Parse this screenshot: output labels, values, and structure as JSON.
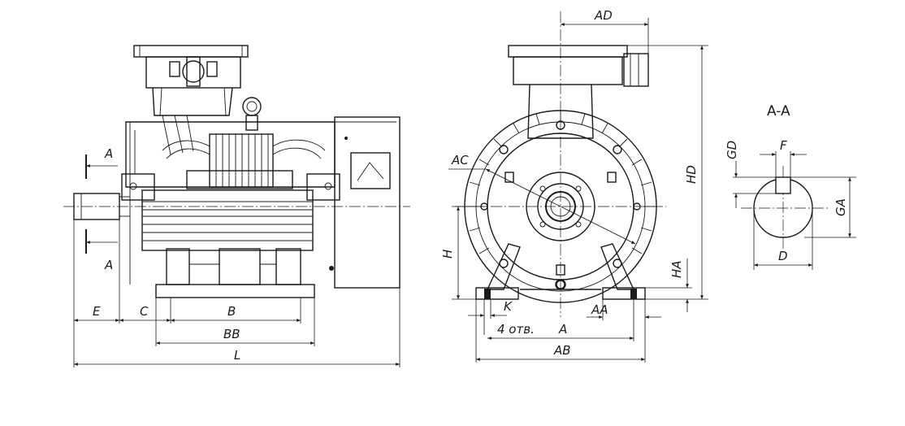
{
  "side_view": {
    "labels": {
      "section_top": "A",
      "section_bottom": "A",
      "E": "E",
      "C": "C",
      "B": "B",
      "BB": "BB",
      "L": "L"
    }
  },
  "front_view": {
    "labels": {
      "AD": "AD",
      "HD": "HD",
      "AC": "AC",
      "H": "H",
      "HA": "HA",
      "K": "K",
      "holes_note": "4 отв.",
      "A": "A",
      "AA": "AA",
      "AB": "AB"
    }
  },
  "section_view": {
    "title": "A-A",
    "labels": {
      "F": "F",
      "GD": "GD",
      "GA": "GA",
      "D": "D"
    }
  }
}
